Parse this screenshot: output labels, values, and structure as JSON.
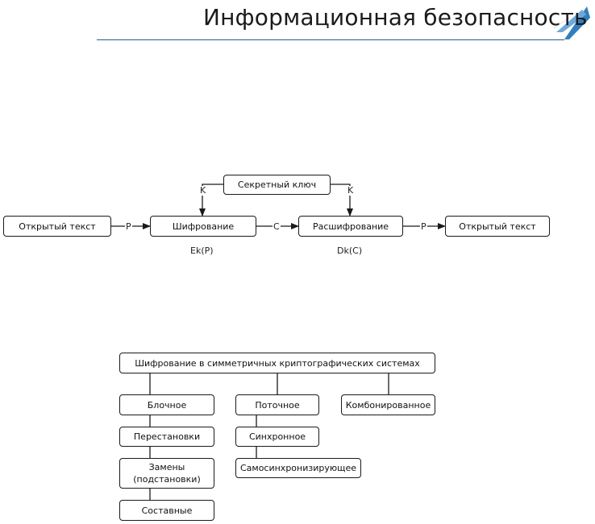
{
  "header": {
    "title": "Информационная безопасность",
    "accent_color": "#2f7fc1"
  },
  "flow": {
    "key": "Секретный ключ",
    "plaintext_in": "Открытый текст",
    "encrypt": "Шифрование",
    "decrypt": "Расшифрование",
    "plaintext_out": "Открытый текст",
    "label_p1": "P",
    "label_c": "C",
    "label_p2": "P",
    "label_k1": "K",
    "label_k2": "K",
    "enc_func": "Ek(P)",
    "dec_func": "Dk(C)"
  },
  "tree": {
    "root": "Шифрование в симметричных криптографических системах",
    "block": "Блочное",
    "stream": "Поточное",
    "combined": "Комбонированное",
    "permutations": "Перестановки",
    "substitutions_line1": "Замены",
    "substitutions_line2": "(подстановки)",
    "composite": "Составные",
    "synchronous": "Синхронное",
    "self_synchronizing": "Самосинхронизирующее"
  }
}
